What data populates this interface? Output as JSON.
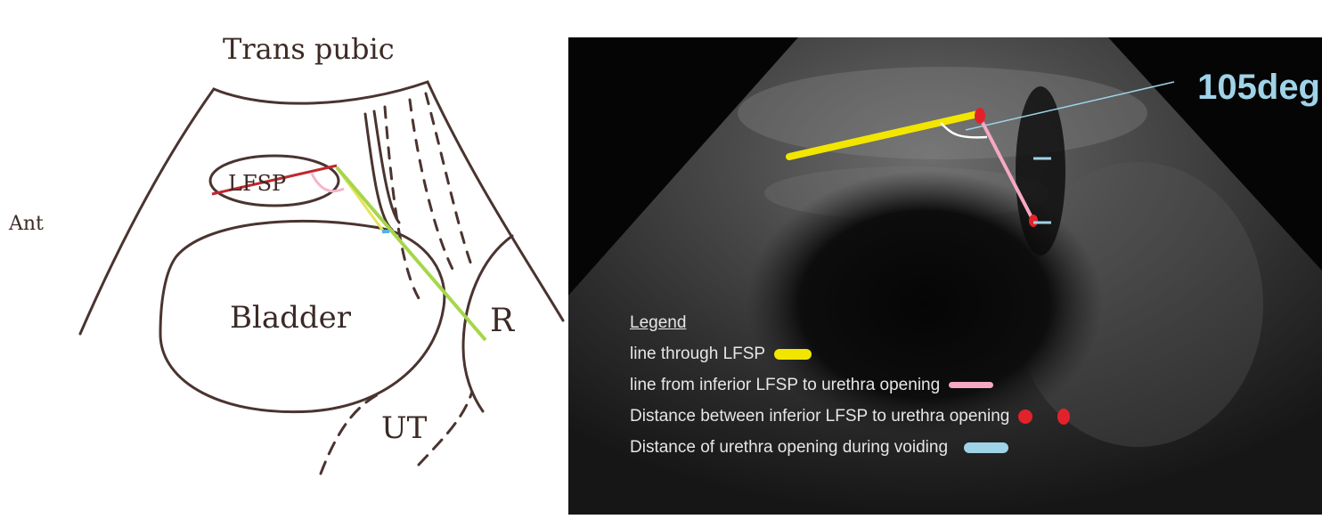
{
  "sketch": {
    "view_label": "Trans pubic",
    "side_label": "Ant",
    "lfsp_label": "LFSP",
    "bladder_label": "Bladder",
    "rectum_label": "R",
    "uterus_label": "UT",
    "colors": {
      "ink": "#4a3430",
      "red": "#c0282e",
      "green": "#a6d64a",
      "yellow": "#e8e35a",
      "pink": "#f3b6c8"
    }
  },
  "ultrasound": {
    "angle_label": "105deg",
    "legend": {
      "title": "Legend",
      "items": [
        {
          "label": "line through LFSP",
          "color": "#f2e600",
          "marker": "bar"
        },
        {
          "label": "line from inferior LFSP to urethra opening",
          "color": "#f6a9c0",
          "marker": "bar"
        },
        {
          "label": "Distance between inferior LFSP to urethra opening",
          "color": "#e2222a",
          "marker": "dots"
        },
        {
          "label": "Distance of urethra opening during voiding",
          "color": "#9fd3e8",
          "marker": "bar"
        }
      ]
    }
  }
}
